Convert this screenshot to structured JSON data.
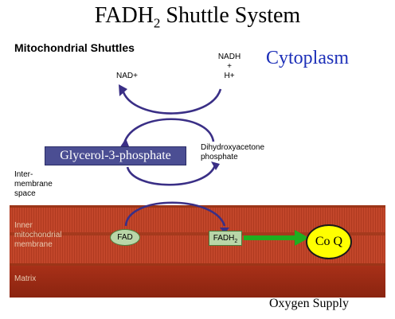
{
  "title": {
    "main": "FADH",
    "sub": "2",
    "rest": " Shuttle System"
  },
  "subtitle": "Mitochondrial Shuttles",
  "region_cytoplasm": "Cytoplasm",
  "labels": {
    "nadh_lines": [
      "NADH",
      "+",
      "H+"
    ],
    "nad_plus": "NAD+",
    "glycerol3p": "Glycerol-3-phosphate",
    "dhap_lines": [
      "Dihydroxyacetone",
      "phosphate"
    ],
    "intermembrane_lines": [
      "Inter-",
      "membrane",
      "space"
    ],
    "inner_membrane_lines": [
      "Inner",
      "mitochondrial",
      "membrane"
    ],
    "matrix": "Matrix",
    "fad": "FAD",
    "fadh2_main": "FADH",
    "fadh2_sub": "2",
    "coq": "Co Q",
    "oxygen": "Oxygen Supply"
  },
  "colors": {
    "cytoplasm_text": "#1c2fb8",
    "shuttle_arrow": "#3a2f86",
    "membrane": "#c2462a",
    "matrix": "#a32a14",
    "green_arrow": "#1fae1f",
    "coq_fill": "#ffff00",
    "g3p_box": "#4b4e93"
  }
}
